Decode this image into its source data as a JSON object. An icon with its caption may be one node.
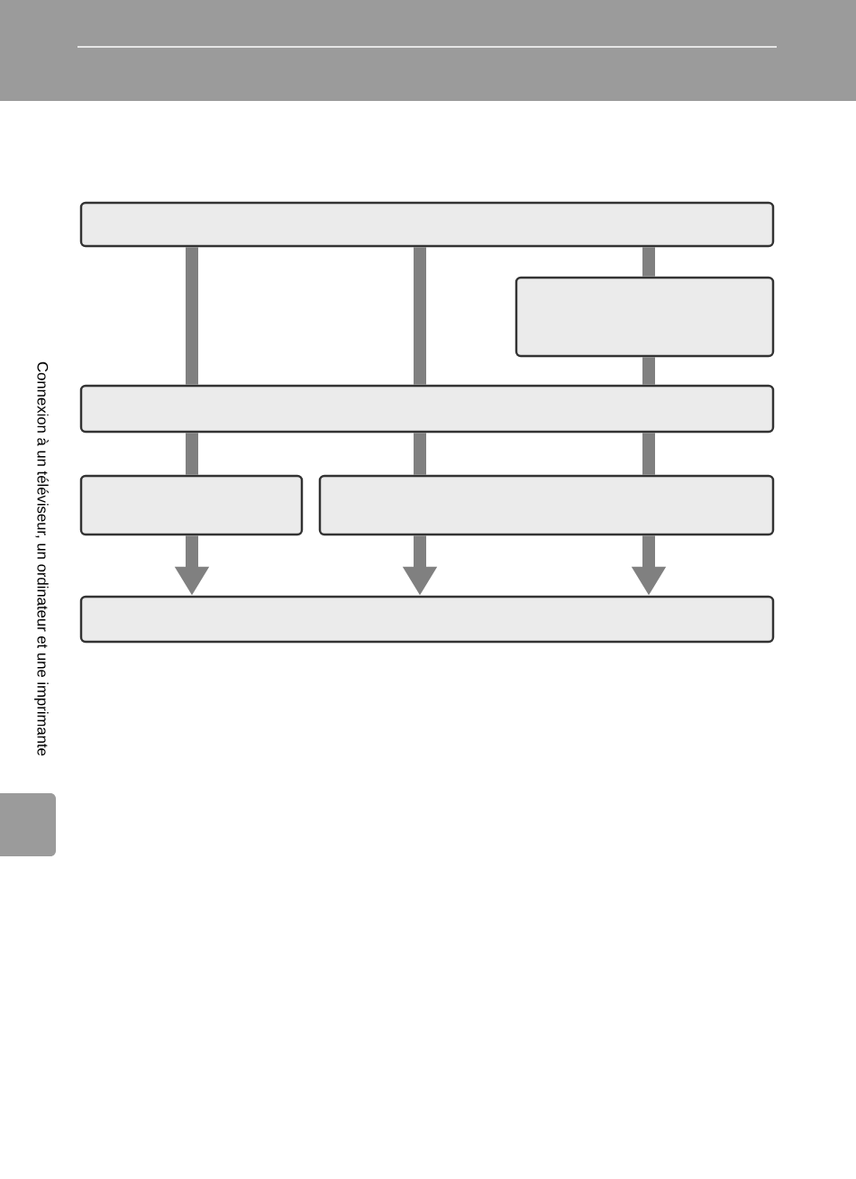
{
  "diagram": {
    "nodes": [
      {
        "text": [],
        "shape": "box"
      },
      {
        "text": [],
        "shape": "box"
      },
      {
        "text": [],
        "shape": "box"
      },
      {
        "text": [],
        "shape": "box"
      },
      {
        "text": [],
        "shape": "box"
      },
      {
        "text": [],
        "shape": "box"
      }
    ],
    "edges": [
      {
        "from": 0,
        "to": 2,
        "arrow": "none"
      },
      {
        "from": 2,
        "to": 3,
        "arrow": "none"
      },
      {
        "from": 3,
        "to": 5,
        "arrow": "to"
      },
      {
        "from": 0,
        "to": 2,
        "arrow": "none"
      },
      {
        "from": 2,
        "to": 4,
        "arrow": "none"
      },
      {
        "from": 4,
        "to": 5,
        "arrow": "to"
      },
      {
        "from": 0,
        "to": 1,
        "arrow": "none"
      },
      {
        "from": 1,
        "to": 2,
        "arrow": "none"
      },
      {
        "from": 2,
        "to": 4,
        "arrow": "none"
      },
      {
        "from": 4,
        "to": 5,
        "arrow": "to"
      }
    ],
    "labels": [
      "Connexion à un téléviseur, un ordinateur et une imprimante"
    ]
  }
}
